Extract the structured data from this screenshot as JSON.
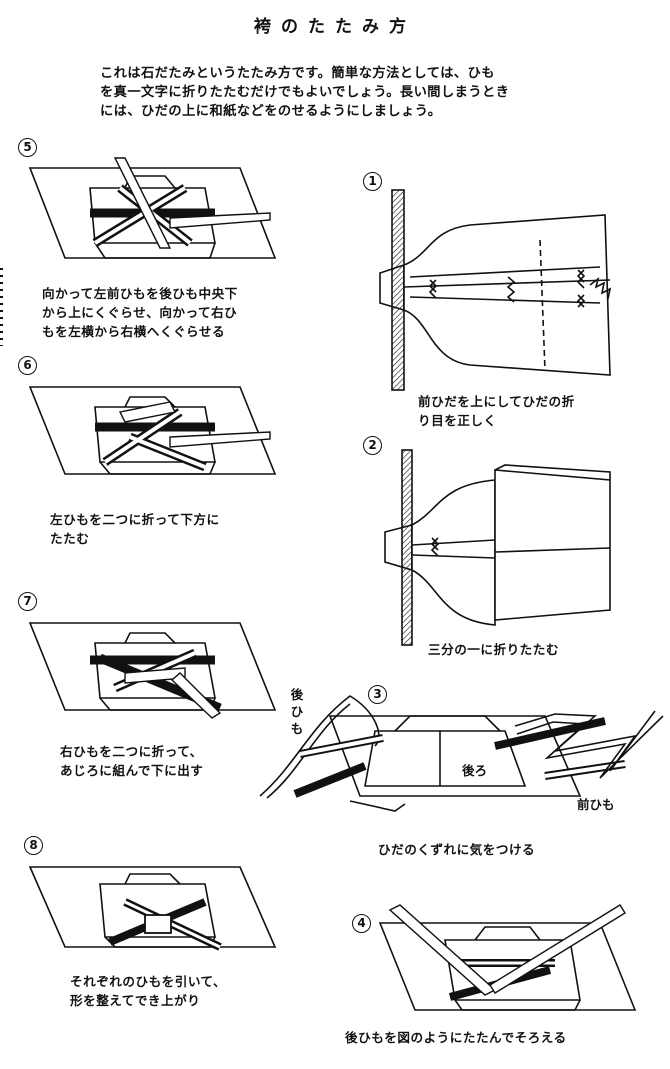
{
  "title": "袴のたたみ方",
  "intro_lines": [
    "これは石だたみというたたみ方です。簡単な方法としては、ひも",
    "を真一文字に折りたたむだけでもよいでしょう。長い間しまうとき",
    "には、ひだの上に和紙などをのせるようにしましょう。"
  ],
  "steps": {
    "s1": {
      "num": "1",
      "caption": [
        "前ひだを上にしてひだの折",
        "り目を正しく"
      ]
    },
    "s2": {
      "num": "2",
      "caption": [
        "三分の一に折りたたむ"
      ]
    },
    "s3": {
      "num": "3",
      "caption": [
        "ひだのくずれに気をつける"
      ],
      "label_back_himo": "後ひも",
      "label_back": "後ろ",
      "label_front_himo": "前ひも"
    },
    "s4": {
      "num": "4",
      "caption": [
        "後ひもを図のようにたたんでそろえる"
      ]
    },
    "s5": {
      "num": "5",
      "caption": [
        "向かって左前ひもを後ひも中央下",
        "から上にくぐらせ、向かって右ひ",
        "もを左横から右横へくぐらせる"
      ]
    },
    "s6": {
      "num": "6",
      "caption": [
        "左ひもを二つに折って下方に",
        "たたむ"
      ]
    },
    "s7": {
      "num": "7",
      "caption": [
        "右ひもを二つに折って、",
        "あじろに組んで下に出す"
      ]
    },
    "s8": {
      "num": "8",
      "caption": [
        "それぞれのひもを引いて、",
        "形を整えてでき上がり"
      ]
    }
  }
}
